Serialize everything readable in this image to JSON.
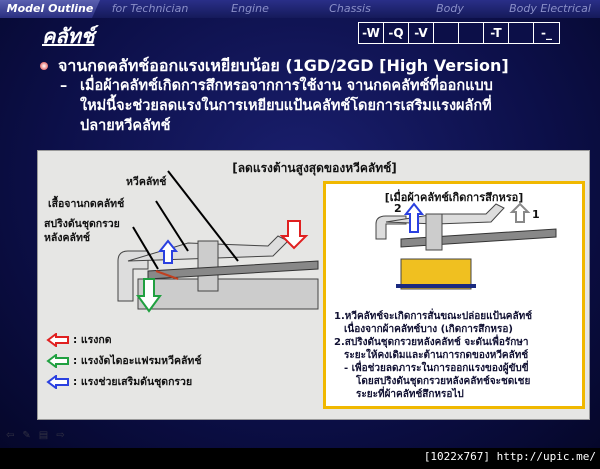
{
  "nav": {
    "tabs": [
      "Model Outline",
      "for Technician",
      "Engine",
      "Chassis",
      "Body",
      "Body Electrical"
    ],
    "active": 0
  },
  "title": "คลัทช์",
  "codes": [
    "-W",
    "-Q",
    "-V",
    "",
    "",
    "-T",
    "",
    "-_"
  ],
  "bullet": {
    "heading": "จานกดคลัทช์ออกแรงเหยียบน้อย (1GD/2GD [High Version]",
    "dash": "–",
    "sub_lines": [
      "เมื่อผ้าคลัทช์เกิดการสึกหรอจากการใช้งาน จานกดคลัทช์ที่ออกแบบ",
      "ใหม่นี้จะช่วยลดแรงในการเหยียบแป้นคลัทช์โดยการเสริมแรงผลักที่",
      "ปลายหวีคลัทช์"
    ]
  },
  "panel": {
    "title": "[ลดแรงต้านสูงสุดของหวีคลัทช์]",
    "labels": {
      "fork": "หวีคลัทช์",
      "cover": "เสื้อจานกดคลัทช์",
      "spring1": "สปริงดันชุดกรวย",
      "spring2": "หลังคลัทช์"
    },
    "legend": [
      {
        "color": "#e02020",
        "text": ": แรงกด"
      },
      {
        "color": "#20a040",
        "text": ": แรงงัดไดอะแฟรมหวีคลัทช์"
      },
      {
        "color": "#2a40e0",
        "text": ": แรงช่วยเสริมดันชุดกรวย"
      }
    ],
    "inset": {
      "title": "[เมื่อผ้าคลัทช์เกิดการสึกหรอ]",
      "arrow_labels": [
        "2",
        "1"
      ],
      "notes": [
        "1.หวีคลัทช์จะเกิดการสั่นขณะปล่อยแป้นคลัทช์",
        "เนื่องจากผ้าคลัทช์บาง (เกิดการสึกหรอ)",
        "2.สปริงดันชุดกรวยหลังคลัทช์ จะดันเพื่อรักษา",
        "ระยะให้คงเดิมและต้านการกดของหวีคลัทช์",
        "-  เพื่อช่วยลดภาระในการออกแรงของผู้ขับขี่",
        "โดยสปริงดันชุดกรวยหลังคลัทช์จะชดเชย",
        "ระยะที่ผ้าคลัทช์สึกหรอไป"
      ]
    }
  },
  "footer": "[1022x767] http://upic.me/"
}
